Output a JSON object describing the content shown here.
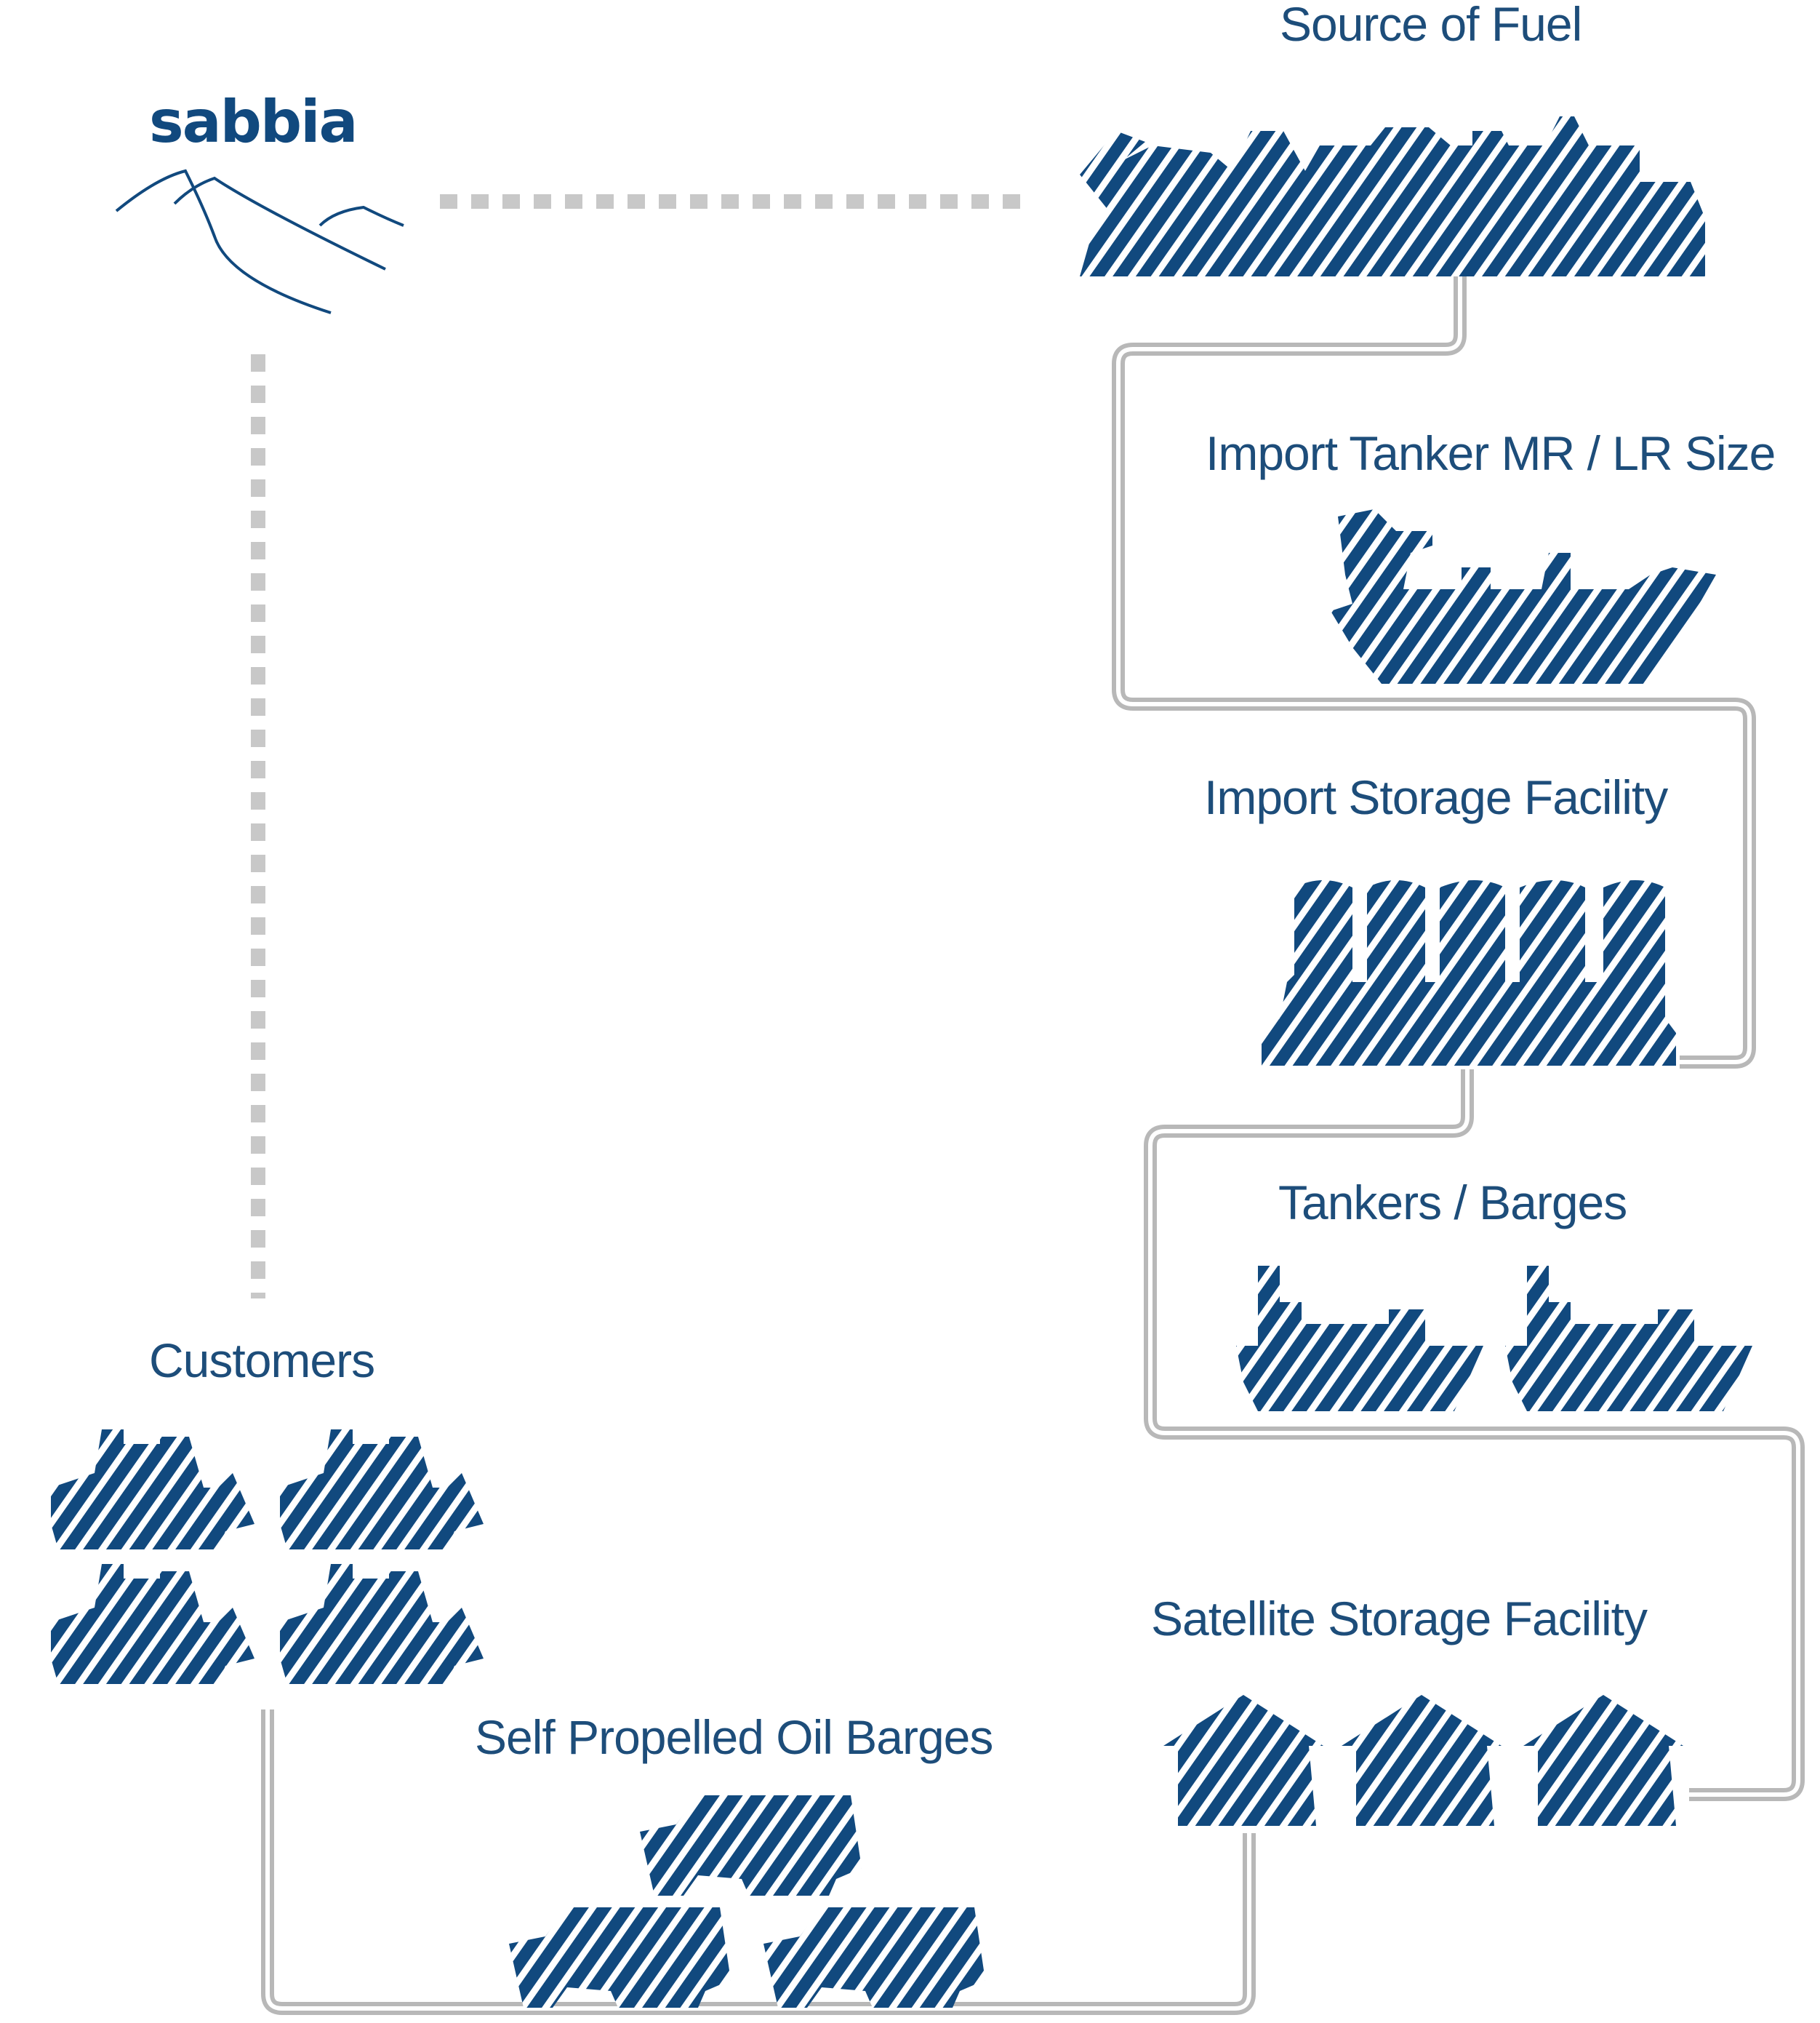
{
  "brand": {
    "name": "sabbia"
  },
  "stages": {
    "source": "Source of Fuel",
    "import_tanker": "Import Tanker MR / LR Size",
    "import_storage": "Import Storage Facility",
    "tankers_barges": "Tankers / Barges",
    "satellite_storage": "Satellite Storage Facility",
    "oil_barges": "Self Propelled Oil Barges",
    "customers": "Customers"
  },
  "colors": {
    "icon": "#11497e",
    "text": "#1d4d7a",
    "pipe": "#b8b8b8",
    "dotted": "#c8c8c8"
  },
  "icons": {
    "source": "oil-refinery-icon",
    "import_tanker": "large-tanker-ship-icon",
    "import_storage": "storage-tanks-icon",
    "tankers_barges": "tanker-barge-icon",
    "satellite_storage": "storage-house-icon",
    "oil_barges": "fuel-tanker-truck-icon",
    "customers": "bulldozer-icon"
  }
}
